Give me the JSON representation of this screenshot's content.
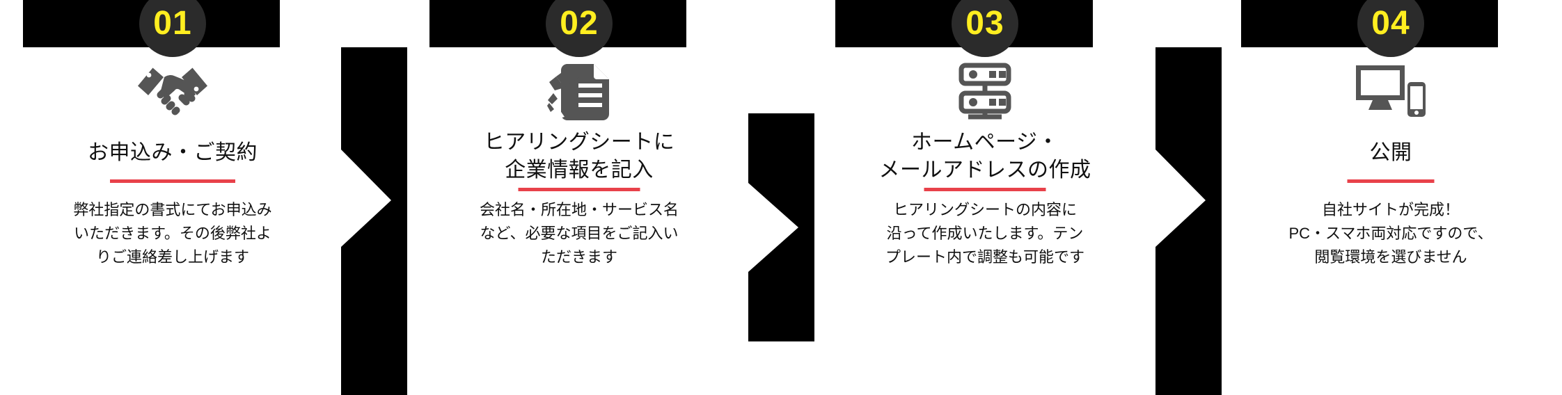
{
  "accent": {
    "bar_black": "#000000",
    "badge_bg": "#2b2b2b",
    "badge_text": "#FFEE20",
    "icon_gray": "#555555",
    "rule_red": "#E8414A",
    "text_black": "#111111"
  },
  "steps": [
    {
      "number": "01",
      "icon": "handshake-icon",
      "heading_lines": [
        "お申込み・ご契約"
      ],
      "body_lines": [
        "弊社指定の書式にてお申込み",
        "いただきます。その後弊社よ",
        "りご連絡差し上げます"
      ]
    },
    {
      "number": "02",
      "icon": "document-pencil-icon",
      "heading_lines": [
        "ヒアリングシートに",
        "企業情報を記入"
      ],
      "body_lines": [
        "会社名・所在地・サービス名",
        "など、必要な項目をご記入い",
        "ただきます"
      ]
    },
    {
      "number": "03",
      "icon": "server-icon",
      "heading_lines": [
        "ホームページ・",
        "メールアドレスの作成"
      ],
      "body_lines": [
        "ヒアリングシートの内容に",
        "沿って作成いたします。テン",
        "プレート内で調整も可能です"
      ]
    },
    {
      "number": "04",
      "icon": "devices-icon",
      "heading_lines": [
        "公開"
      ],
      "body_lines": [
        "自社サイトが完成！",
        "PC・スマホ両対応ですので、",
        "閲覧環境を選びません"
      ]
    }
  ],
  "connectors": [
    {
      "name": "chevron-1"
    },
    {
      "name": "chevron-2"
    },
    {
      "name": "chevron-3"
    }
  ]
}
